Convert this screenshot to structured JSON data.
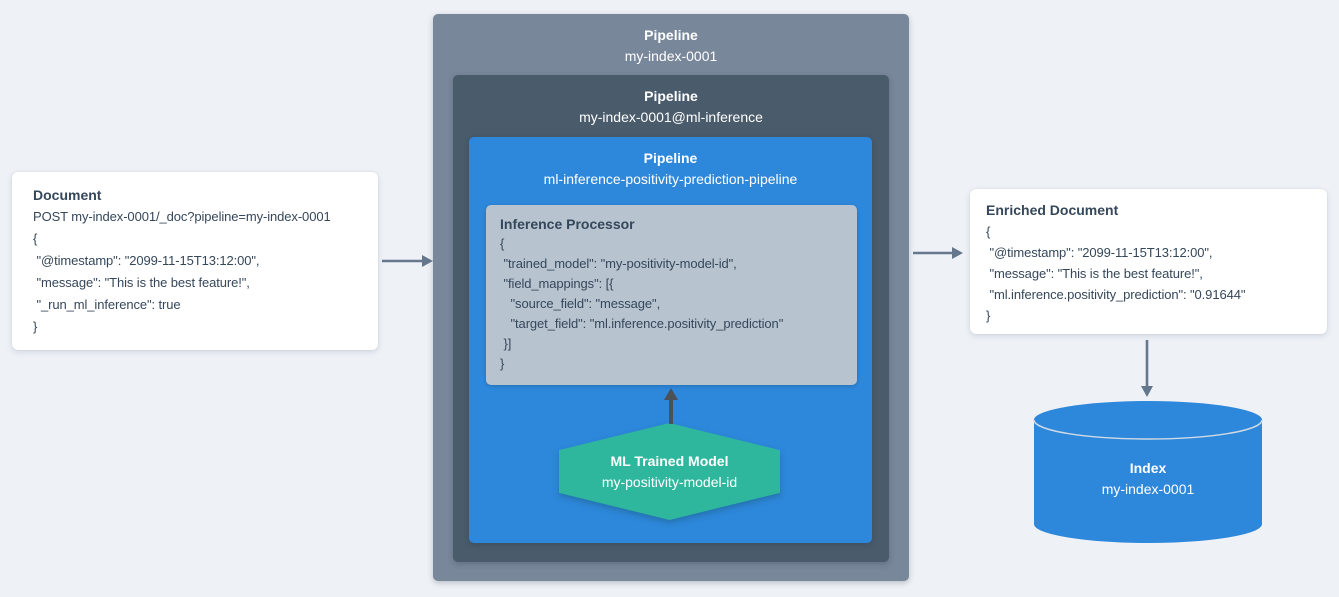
{
  "colors": {
    "background": "#eef1f6",
    "card": "#ffffff",
    "pipeline-outer": "#78879a",
    "pipeline-ml": "#4a5b6c",
    "pipeline-inference": "#2d87da",
    "processor": "#b7c3cf",
    "model": "#2fb79e",
    "index": "#2d87da",
    "cylinder-rim": "#cdd9e5",
    "text-dark": "#35475a",
    "text-light": "#ffffff",
    "arrow": "#64778c",
    "arrow-dark": "#4b5157"
  },
  "document_card": {
    "title": "Document",
    "lines": [
      "POST my-index-0001/_doc?pipeline=my-index-0001",
      "{",
      " \"@timestamp\": \"2099-11-15T13:12:00\",",
      " \"message\": \"This is the best feature!\",",
      " \"_run_ml_inference\": true",
      "}"
    ]
  },
  "pipeline_outer": {
    "title": "Pipeline",
    "name": "my-index-0001"
  },
  "pipeline_ml": {
    "title": "Pipeline",
    "name": "my-index-0001@ml-inference"
  },
  "pipeline_inference": {
    "title": "Pipeline",
    "name": "ml-inference-positivity-prediction-pipeline"
  },
  "inference_processor": {
    "title": "Inference Processor",
    "lines": [
      "{",
      " \"trained_model\": \"my-positivity-model-id\",",
      " \"field_mappings\": [{",
      "   \"source_field\": \"message\",",
      "   \"target_field\": \"ml.inference.positivity_prediction\"",
      " }]",
      "}"
    ]
  },
  "ml_model": {
    "title": "ML Trained Model",
    "name": "my-positivity-model-id"
  },
  "enriched_card": {
    "title": "Enriched Document",
    "lines": [
      "{",
      " \"@timestamp\": \"2099-11-15T13:12:00\",",
      " \"message\": \"This is the best feature!\",",
      " \"ml.inference.positivity_prediction\": \"0.91644\"",
      "}"
    ]
  },
  "index_cylinder": {
    "title": "Index",
    "name": "my-index-0001"
  }
}
